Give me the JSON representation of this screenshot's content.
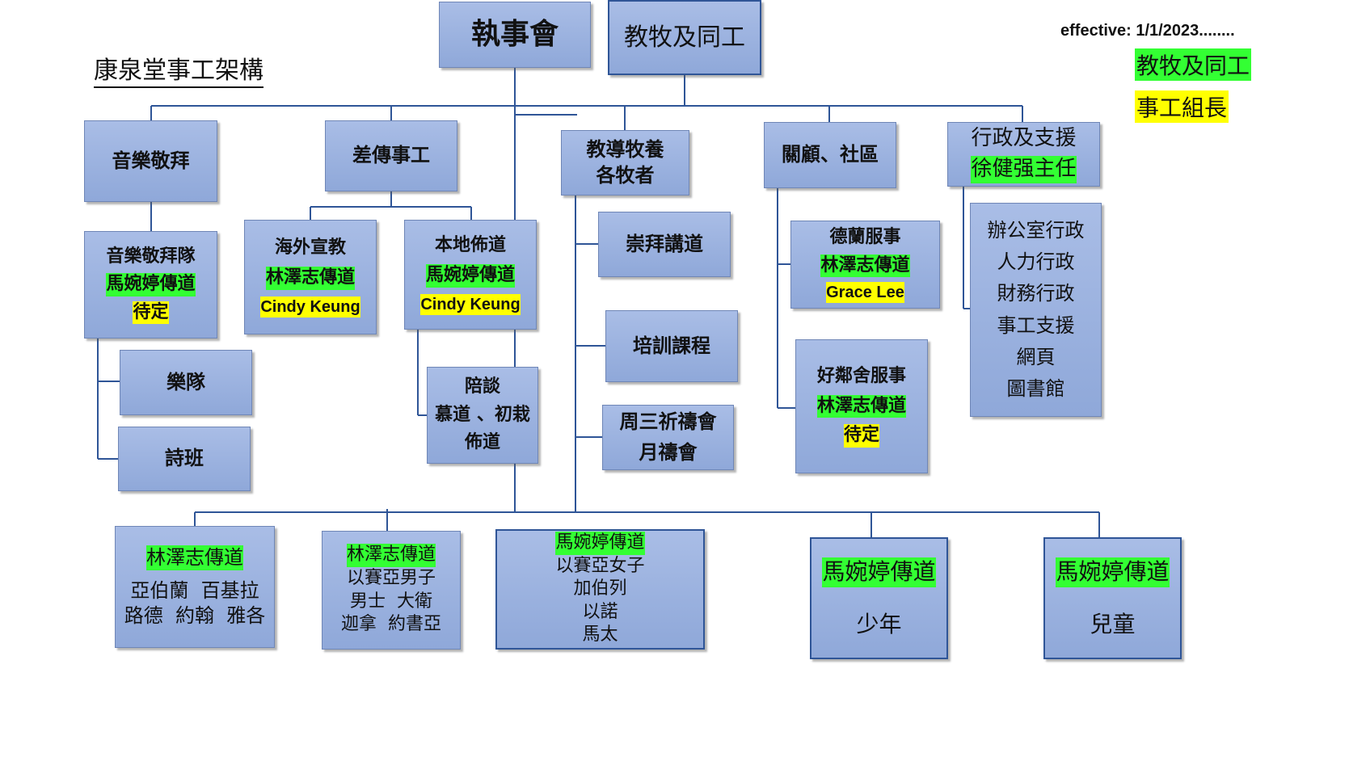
{
  "title": "康泉堂事工架構",
  "effective": "effective: 1/1/2023........",
  "legend": {
    "staff": "教牧及同工",
    "leader": "事工組長"
  },
  "board": "執事會",
  "pastoral": "教牧及同工",
  "music": {
    "head": "音樂敬拜",
    "team": {
      "name": "音樂敬拜隊",
      "staff": "馬婉婷傳道",
      "leader": "待定"
    },
    "band": "樂隊",
    "choir": "詩班"
  },
  "mission": {
    "head": "差傳事工",
    "overseas": {
      "name": "海外宣教",
      "staff": "林澤志傳道",
      "leader": "Cindy Keung"
    },
    "local": {
      "name": "本地佈道",
      "staff": "馬婉婷傳道",
      "leader": "Cindy Keung"
    },
    "visit": [
      "陪談",
      "慕道 、初栽",
      "佈道"
    ]
  },
  "teaching": {
    "head1": "教導牧養",
    "head2": "各牧者",
    "worship": "崇拜講道",
    "training": "培訓課程",
    "prayer1": "周三祈禱會",
    "prayer2": "月禱會"
  },
  "care": {
    "head": "關顧、社區",
    "delan": {
      "name": "德蘭服事",
      "staff": "林澤志傳道",
      "leader": "Grace Lee"
    },
    "neighbor": {
      "name": "好鄰舍服事",
      "staff": "林澤志傳道",
      "leader": "待定"
    }
  },
  "admin": {
    "head": "行政及支援",
    "leader": "徐健强主任",
    "items": [
      "辦公室行政",
      "人力行政",
      "財務行政",
      "事工支援",
      "網頁",
      "圖書館"
    ]
  },
  "groups": [
    {
      "staff": "林澤志傳道",
      "lines": [
        "亞伯蘭  百基拉",
        "路德  約翰  雅各"
      ]
    },
    {
      "staff": "林澤志傳道",
      "lines": [
        "以賽亞男子",
        "男士  大衛",
        "迦拿  約書亞"
      ]
    },
    {
      "staff": "馬婉婷傳道",
      "lines": [
        "以賽亞女子",
        "加伯列",
        "以諾",
        "馬太"
      ]
    },
    {
      "staff": "馬婉婷傳道",
      "lines": [
        "少年"
      ]
    },
    {
      "staff": "馬婉婷傳道",
      "lines": [
        "兒童"
      ]
    }
  ],
  "colors": {
    "box": "#9fb4e2",
    "line": "#2f5597",
    "staff_highlight": "#33ff33",
    "leader_highlight": "#ffff00"
  }
}
